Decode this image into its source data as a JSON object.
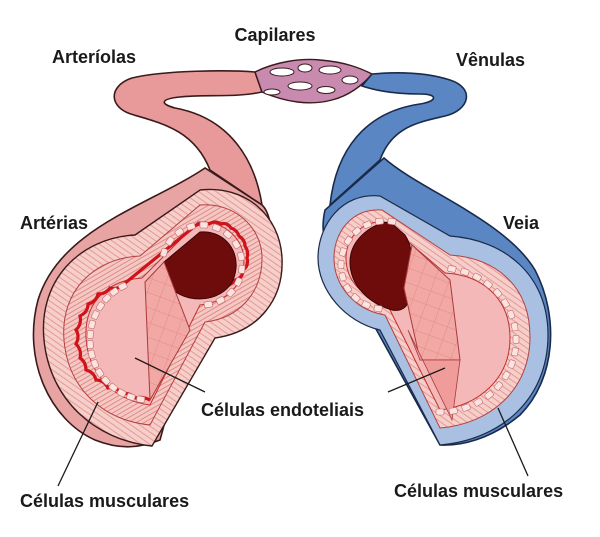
{
  "labels": {
    "capillaries": "Capilares",
    "arterioles": "Arteríolas",
    "venules": "Vênulas",
    "arteries": "Artérias",
    "vein": "Veia",
    "endothelial": "Células endoteliais",
    "muscle_left": "Células musculares",
    "muscle_right": "Células musculares"
  },
  "colors": {
    "artery_outer": "#e8a3a3",
    "artery_stroke": "#3a1a1a",
    "vein_outer": "#5a86c4",
    "vein_light": "#a9c0e2",
    "wall_pink": "#f4bcbc",
    "lumen": "#6e0c0c",
    "elastic_red": "#d0121b",
    "tissue": "#f7d2cf"
  }
}
